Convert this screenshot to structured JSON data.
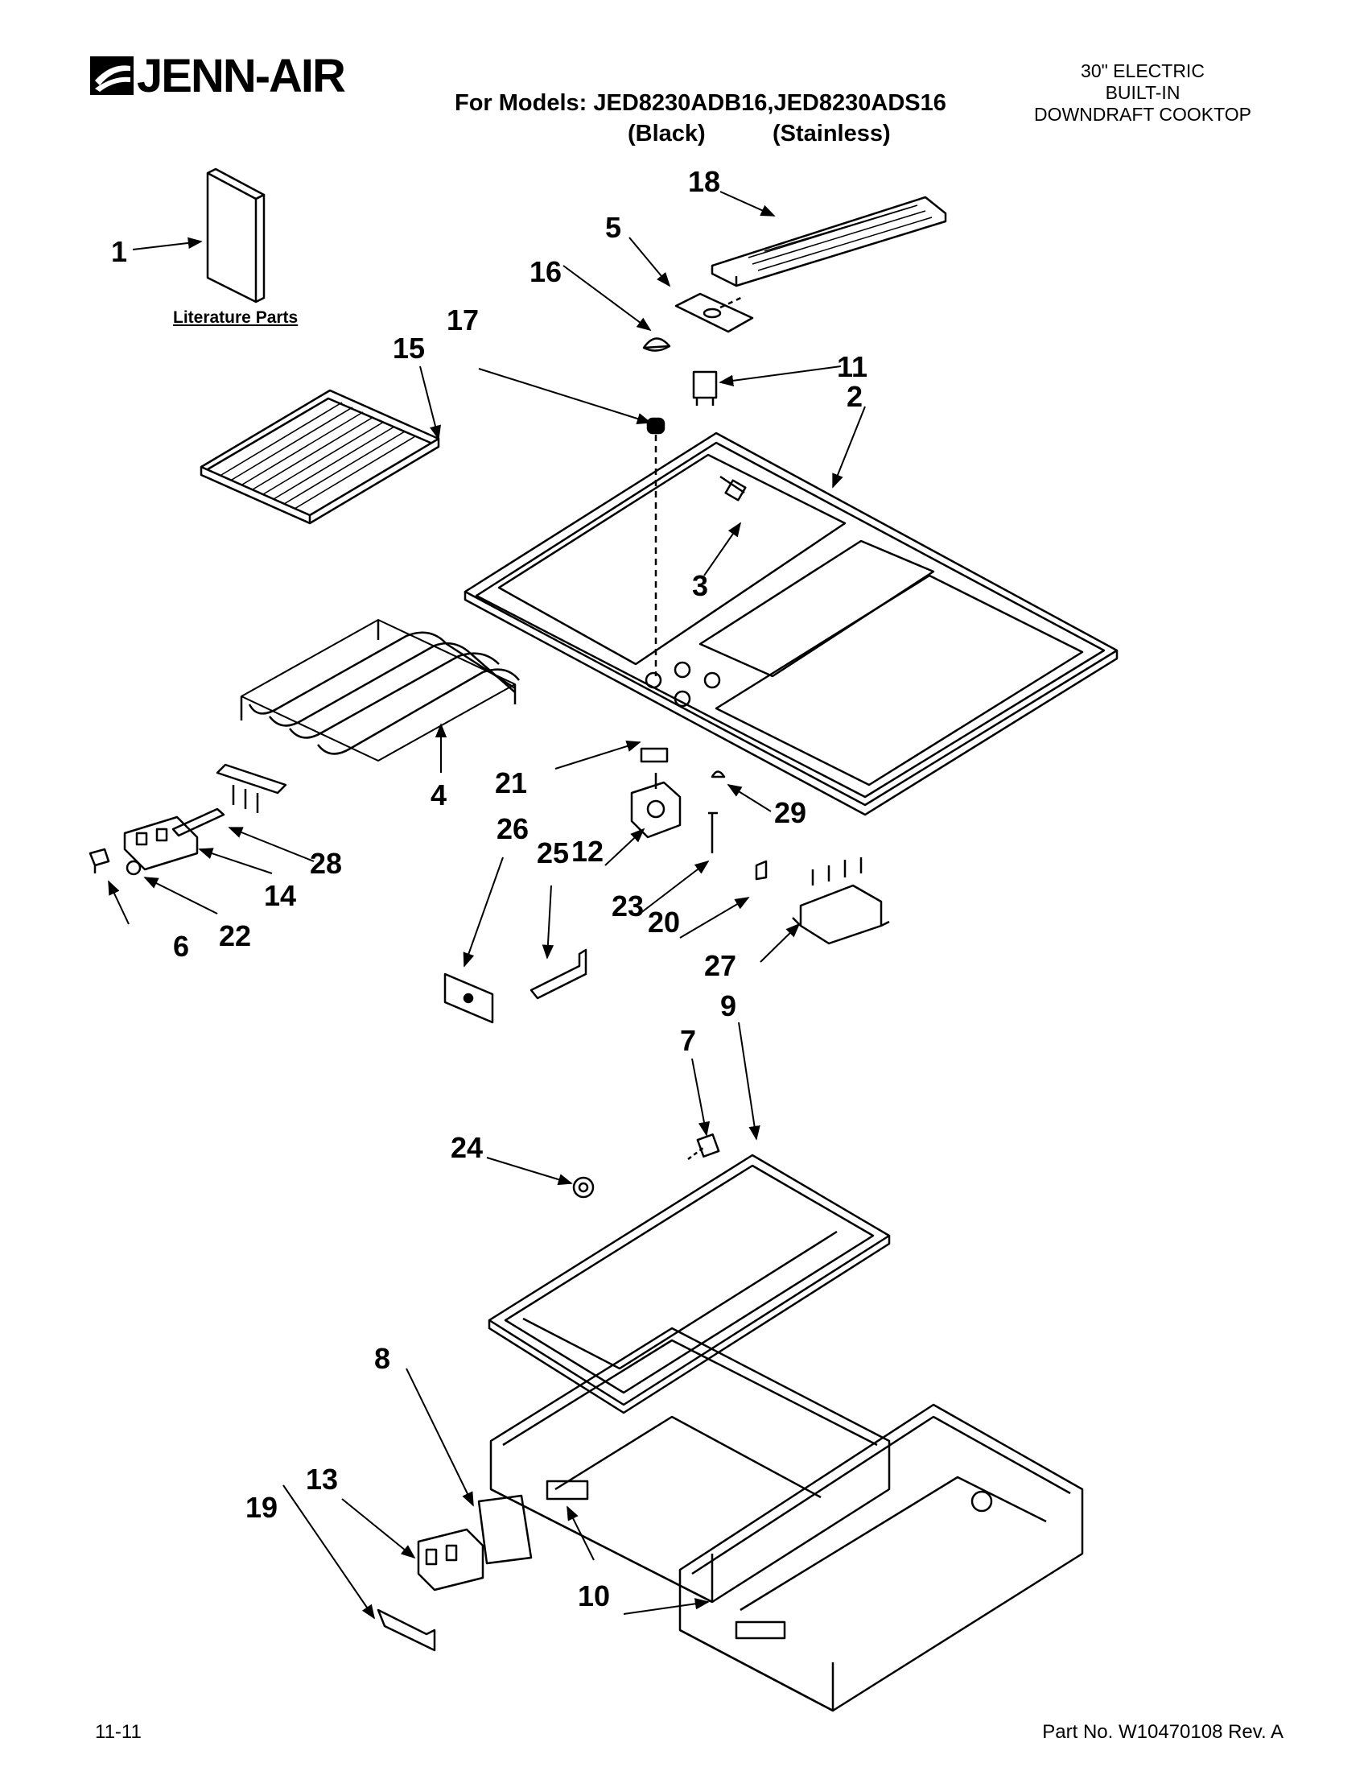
{
  "brand": {
    "name": "JENN-AIR"
  },
  "header": {
    "models_line": "For Models: JED8230ADB16,JED8230ADS16",
    "variant_black": "(Black)",
    "variant_stainless": "(Stainless)",
    "product_line1": "30\" ELECTRIC",
    "product_line2": "BUILT-IN",
    "product_line3": "DOWNDRAFT COOKTOP"
  },
  "literature_label": "Literature Parts",
  "callouts": [
    "1",
    "2",
    "3",
    "4",
    "5",
    "6",
    "7",
    "8",
    "9",
    "10",
    "11",
    "12",
    "13",
    "14",
    "15",
    "16",
    "17",
    "18",
    "19",
    "20",
    "21",
    "22",
    "23",
    "24",
    "25",
    "26",
    "27",
    "28",
    "29"
  ],
  "footer": {
    "date": "11-11",
    "part_number": "Part No. W10470108 Rev. A"
  }
}
